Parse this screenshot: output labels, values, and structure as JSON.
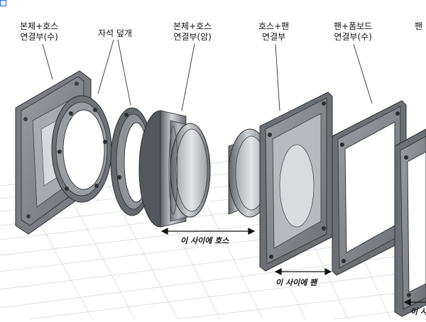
{
  "labels": [
    {
      "line1": "본체+호스",
      "line2": "연결부(수)"
    },
    {
      "line1": "자석 덮개",
      "line2": ""
    },
    {
      "line1": "본체+호스",
      "line2": "연결부(암)"
    },
    {
      "line1": "호스+팬",
      "line2": "연결부"
    },
    {
      "line1": "팬+폼보드",
      "line2": "연결부(수)"
    },
    {
      "line1": "팬",
      "line2": ""
    }
  ],
  "annotations": {
    "hose_gap": "이 사이에 호스",
    "fan_gap": "이 사이에 팬",
    "edge_gap": "이 사"
  },
  "colors": {
    "grid": "#c9cfd6",
    "part_fill": "#8c8f93",
    "part_dark": "#5f6266",
    "part_light": "#c3c6ca",
    "edge": "#2b2d30"
  }
}
